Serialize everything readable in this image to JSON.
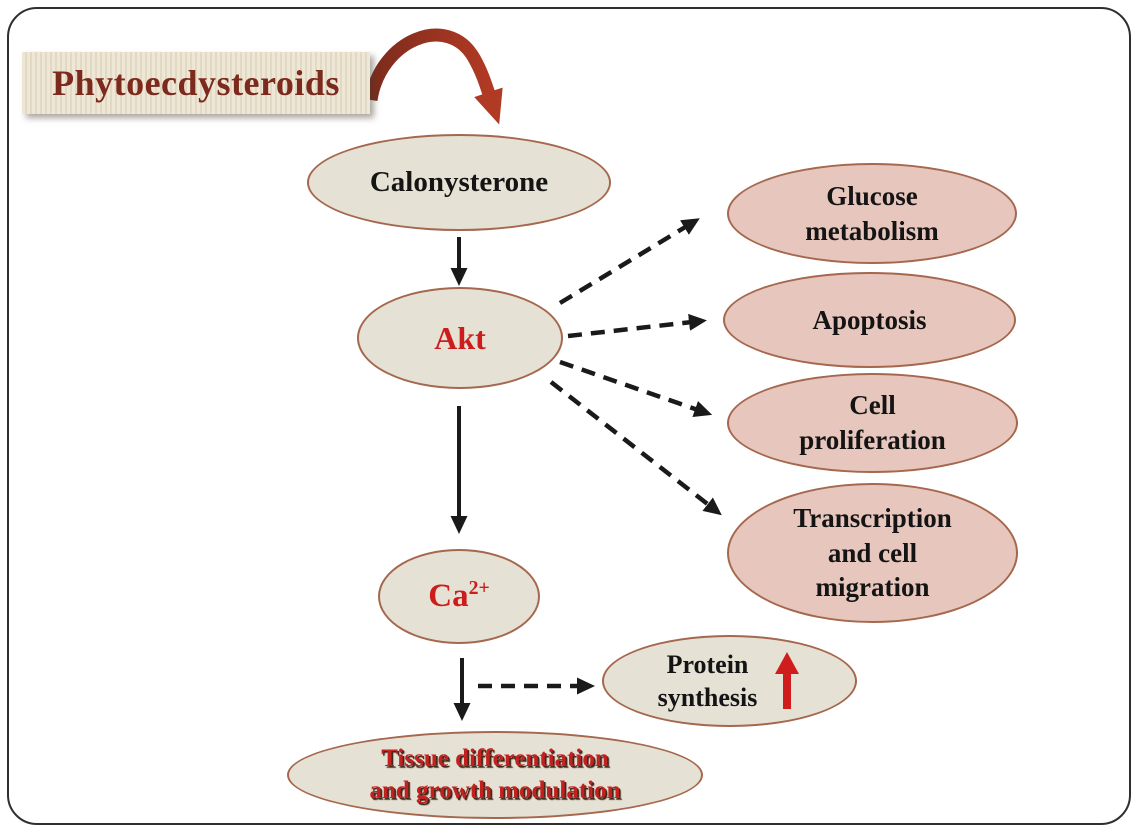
{
  "figure": {
    "title": "Phytoecdysteroids",
    "nodes": {
      "calonysterone": {
        "label": "Calonysterone"
      },
      "akt": {
        "label": "Akt"
      },
      "glucose_metabolism": {
        "label": [
          "Glucose",
          "metabolism"
        ]
      },
      "apoptosis": {
        "label": "Apoptosis"
      },
      "cell_proliferation": {
        "label": [
          "Cell",
          "proliferation"
        ]
      },
      "transcription_migration": {
        "label": [
          "Transcription",
          "and cell",
          "migration"
        ]
      },
      "calcium": {
        "label_base": "Ca",
        "label_superscript": "2+"
      },
      "protein_synthesis": {
        "label": [
          "Protein",
          "synthesis"
        ]
      },
      "tissue_growth": {
        "label": [
          "Tissue differentiation",
          "and growth modulation"
        ]
      }
    },
    "edges": [
      {
        "from": "phytoecdysteroids",
        "to": "calonysterone",
        "style": "curved-solid-red"
      },
      {
        "from": "calonysterone",
        "to": "akt",
        "style": "solid-arrow"
      },
      {
        "from": "akt",
        "to": "glucose_metabolism",
        "style": "dashed-arrow"
      },
      {
        "from": "akt",
        "to": "apoptosis",
        "style": "dashed-arrow"
      },
      {
        "from": "akt",
        "to": "cell_proliferation",
        "style": "dashed-arrow"
      },
      {
        "from": "akt",
        "to": "transcription_migration",
        "style": "dashed-arrow"
      },
      {
        "from": "akt",
        "to": "calcium",
        "style": "solid-arrow"
      },
      {
        "from": "calcium",
        "to": "protein_synthesis",
        "style": "dashed-arrow"
      },
      {
        "from": "calcium",
        "to": "tissue_growth",
        "style": "solid-arrow"
      }
    ],
    "icons": {
      "increase_arrow": "red-up-arrow"
    },
    "colors": {
      "node_fill_beige": "#e5e2d5",
      "node_fill_pink": "#e6c6bd",
      "node_outline": "#a5674d",
      "accent_red": "#cd1c1c",
      "title_maroon": "#7c2a1d",
      "curved_arrow_dark": "#7c2b1c",
      "curved_arrow_bright": "#b13a24",
      "edge_black": "#1a1a1a",
      "frame_border": "#2f2f2f",
      "title_box_stripe_light": "#efe7d5",
      "title_box_stripe_dark": "#e2d9c5"
    }
  }
}
